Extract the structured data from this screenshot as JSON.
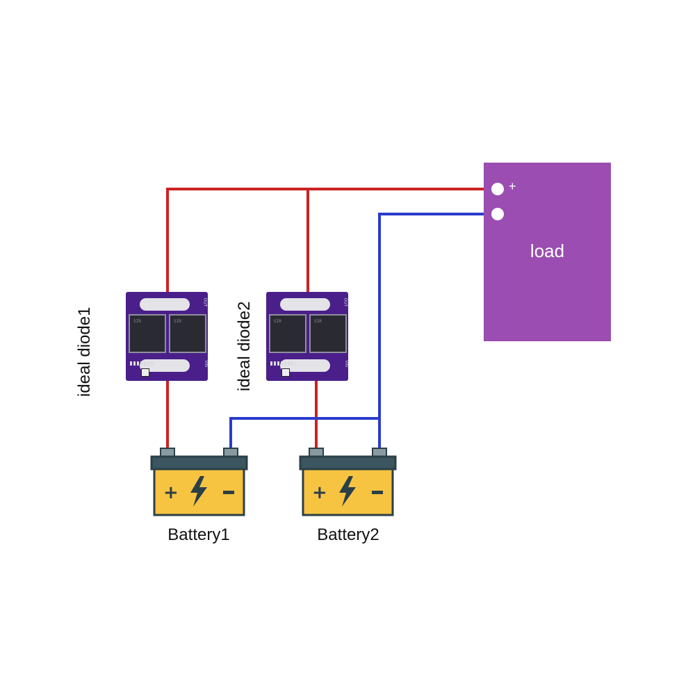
{
  "load": {
    "label": "load",
    "plus_label": "+"
  },
  "diodes": [
    {
      "label": "ideal diode1",
      "out_label": "OUT",
      "vin_label": "VIN",
      "ver_label": "3.3V"
    },
    {
      "label": "ideal diode2",
      "out_label": "OUT",
      "vin_label": "VIN",
      "ver_label": "3.3V"
    }
  ],
  "batteries": [
    {
      "label": "Battery1"
    },
    {
      "label": "Battery2"
    }
  ],
  "colors": {
    "positive_wire": "#cc2222",
    "negative_wire": "#2a3bcc",
    "load_fill": "#9b4db1",
    "board_fill": "#4a1f8a",
    "battery_body": "#f7c441",
    "battery_lid": "#3b5660",
    "battery_outline": "#2b3f47"
  },
  "icons": {
    "battery": "battery-icon",
    "lightning": "lightning-icon"
  }
}
